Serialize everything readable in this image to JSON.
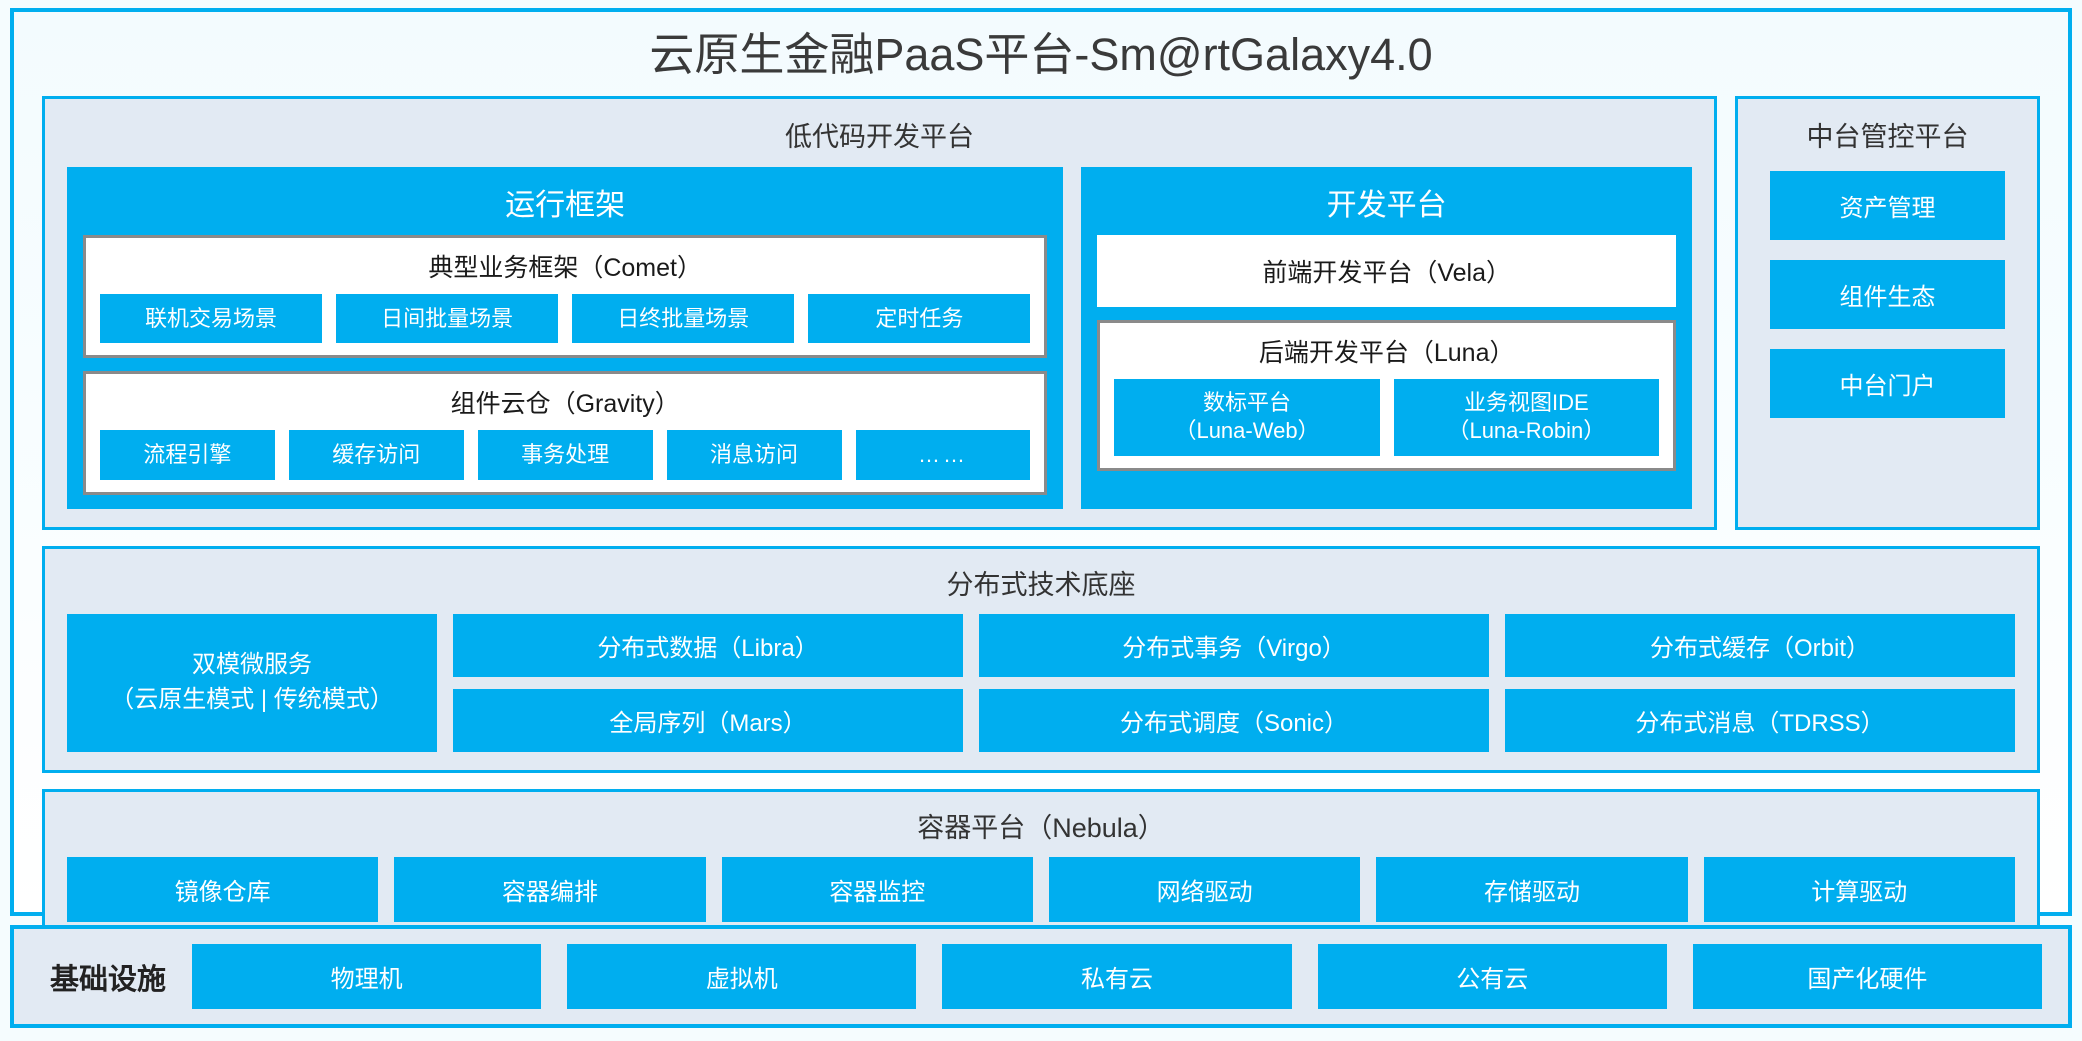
{
  "suite": {
    "title": "云原生金融PaaS平台-Sm@rtGalaxy4.0",
    "accent_color": "#00aeef",
    "panel_bg_color": "#e2eaf3",
    "page_bg_color": "#f5fcfe"
  },
  "lowcode": {
    "title": "低代码开发平台",
    "runtime": {
      "title": "运行框架",
      "comet": {
        "title": "典型业务框架（Comet）",
        "items": [
          "联机交易场景",
          "日间批量场景",
          "日终批量场景",
          "定时任务"
        ]
      },
      "gravity": {
        "title": "组件云仓（Gravity）",
        "items": [
          "流程引擎",
          "缓存访问",
          "事务处理",
          "消息访问",
          "……"
        ]
      }
    },
    "devplatform": {
      "title": "开发平台",
      "frontend": "前端开发平台（Vela）",
      "backend": {
        "title": "后端开发平台（Luna）",
        "items": [
          {
            "name": "数标平台",
            "code": "（Luna-Web）"
          },
          {
            "name": "业务视图IDE",
            "code": "（Luna-Robin）"
          }
        ]
      }
    }
  },
  "management": {
    "title": "中台管控平台",
    "items": [
      "资产管理",
      "组件生态",
      "中台门户"
    ]
  },
  "distributed": {
    "title": "分布式技术底座",
    "wide": {
      "line1": "双模微服务",
      "line2": "（云原生模式 | 传统模式）"
    },
    "columns": [
      {
        "top": "分布式数据（Libra）",
        "bottom": "全局序列（Mars）"
      },
      {
        "top": "分布式事务（Virgo）",
        "bottom": "分布式调度（Sonic）"
      },
      {
        "top": "分布式缓存（Orbit）",
        "bottom": "分布式消息（TDRSS）"
      }
    ]
  },
  "container": {
    "title": "容器平台（Nebula）",
    "items": [
      "镜像仓库",
      "容器编排",
      "容器监控",
      "网络驱动",
      "存储驱动",
      "计算驱动"
    ]
  },
  "infrastructure": {
    "label": "基础设施",
    "items": [
      "物理机",
      "虚拟机",
      "私有云",
      "公有云",
      "国产化硬件"
    ]
  }
}
